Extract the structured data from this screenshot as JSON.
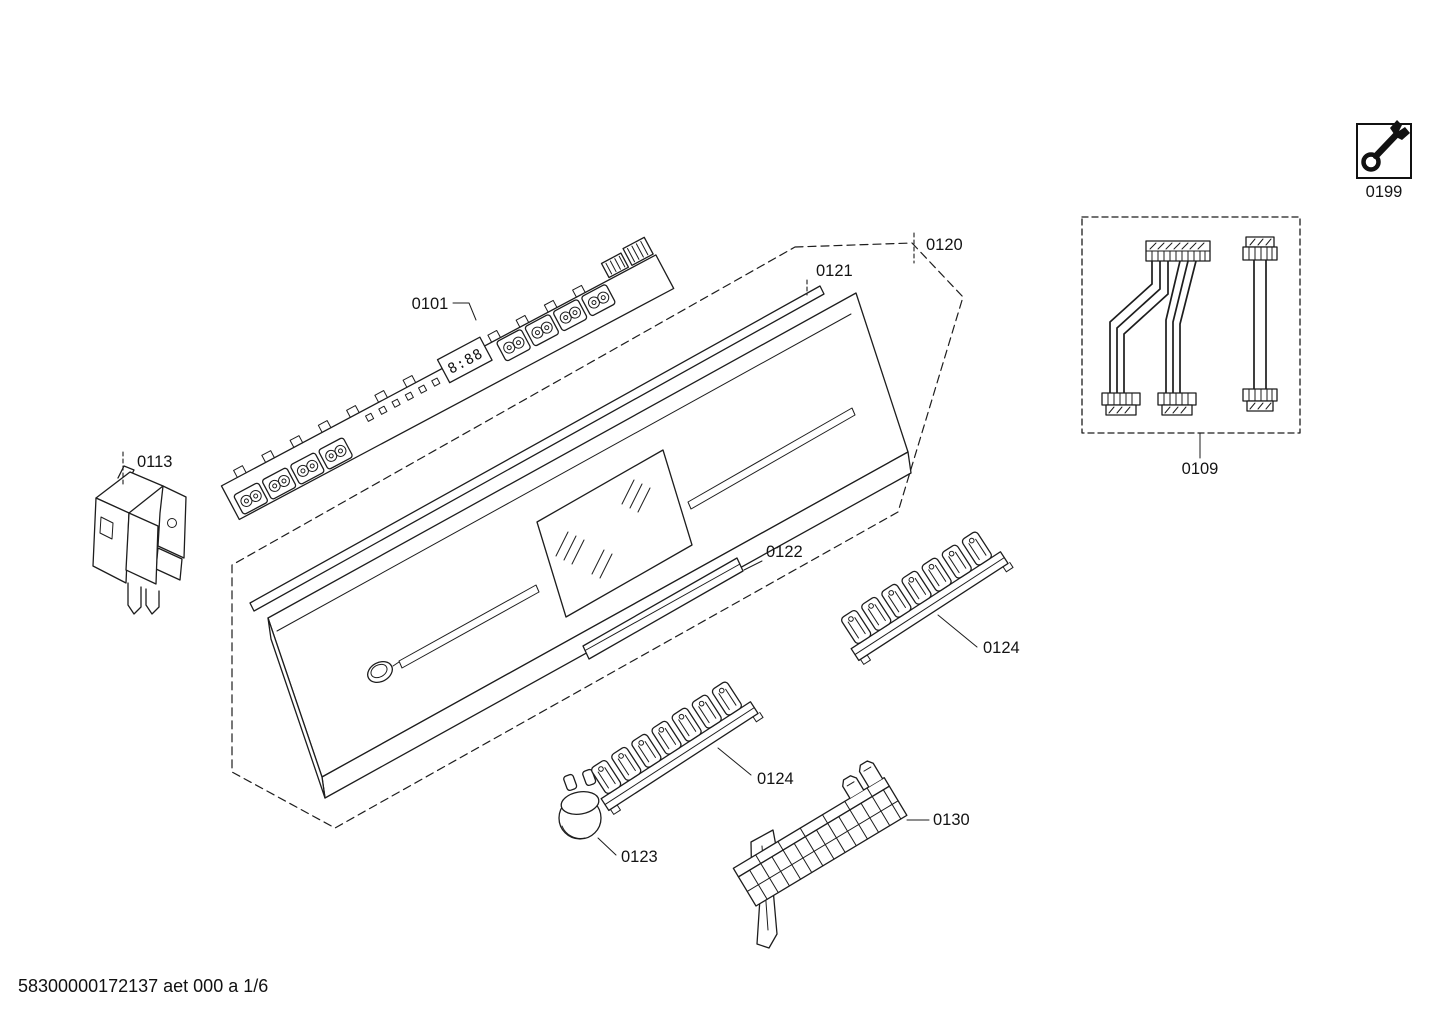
{
  "footer_text": "58300000172137 aet 000 a 1/6",
  "display_readout": "8:88",
  "colors": {
    "line_art": "#1d1d1d",
    "background": "#ffffff"
  },
  "icons": {
    "service_icon": "wrench"
  },
  "labels": {
    "0101": "0101",
    "0109": "0109",
    "0113": "0113",
    "0120": "0120",
    "0121": "0121",
    "0122": "0122",
    "0123": "0123",
    "0124": "0124",
    "0130": "0130",
    "0199": "0199"
  }
}
